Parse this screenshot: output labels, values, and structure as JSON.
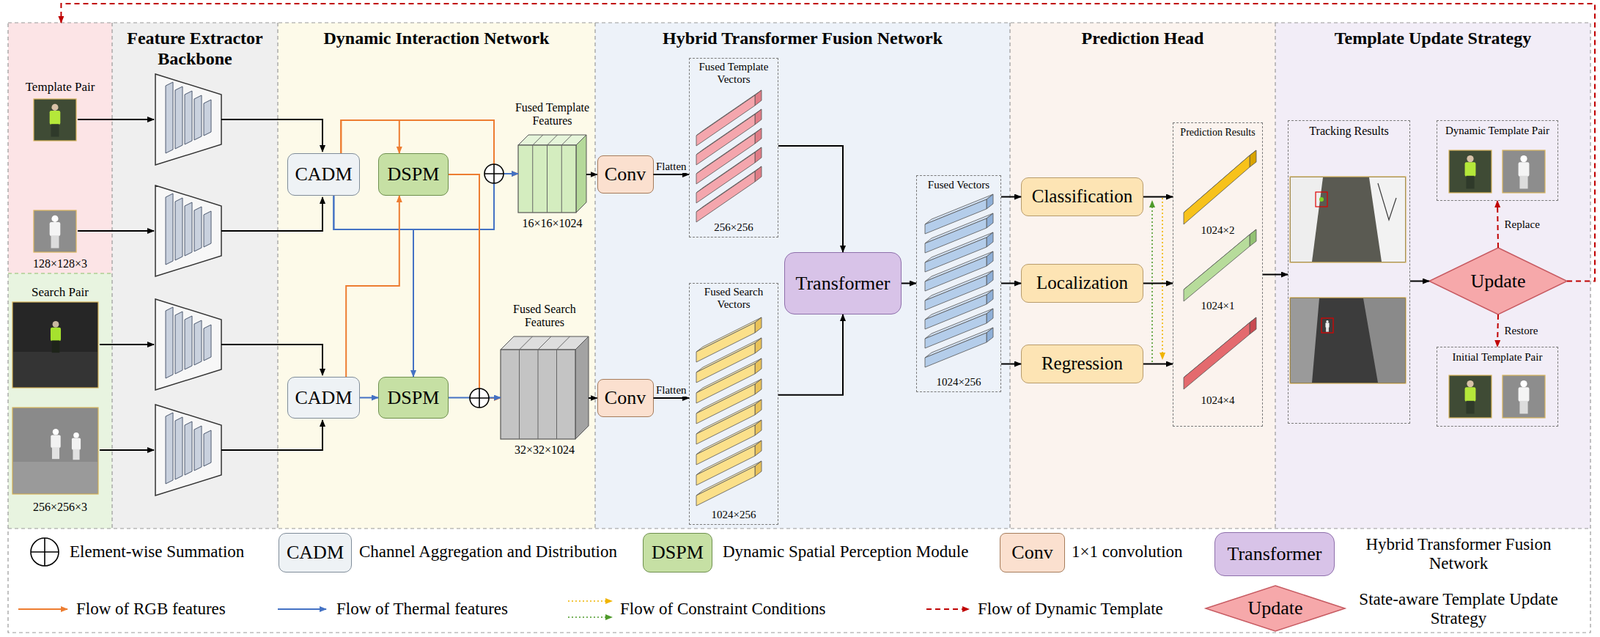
{
  "diagram": {
    "nodes": [
      {
        "text": [
          "Template Pair",
          "128×128×3"
        ]
      },
      {
        "text": [
          "Search Pair",
          "256×256×3"
        ]
      },
      {
        "text": [
          "Feature Extractor Backbone"
        ]
      },
      {
        "text": [
          "Dynamic Interaction Network"
        ]
      },
      {
        "text": [
          "CADM"
        ],
        "in": 3
      },
      {
        "text": [
          "DSPM"
        ],
        "in": 3
      },
      {
        "text": [
          "Fused Template Features",
          "16×16×1024"
        ],
        "in": 3
      },
      {
        "text": [
          "CADM"
        ],
        "in": 3
      },
      {
        "text": [
          "DSPM"
        ],
        "in": 3
      },
      {
        "text": [
          "Fused Search Features",
          "32×32×1024"
        ],
        "in": 3
      },
      {
        "text": [
          "Hybrid Transformer Fusion Network"
        ]
      },
      {
        "text": [
          "Conv"
        ],
        "in": 10
      },
      {
        "text": [
          "Fused Template Vectors",
          "256×256"
        ],
        "in": 10
      },
      {
        "text": [
          "Conv"
        ],
        "in": 10
      },
      {
        "text": [
          "Fused Search Vectors",
          "1024×256"
        ],
        "in": 10
      },
      {
        "text": [
          "Transformer"
        ],
        "in": 10
      },
      {
        "text": [
          "Fused Vectors",
          "1024×256"
        ],
        "in": 10
      },
      {
        "text": [
          "Prediction Head"
        ]
      },
      {
        "text": [
          "Classification"
        ],
        "in": 17
      },
      {
        "text": [
          "Localization"
        ],
        "in": 17
      },
      {
        "text": [
          "Regression"
        ],
        "in": 17
      },
      {
        "text": [
          "Prediction Results",
          "1024×2",
          "1024×1",
          "1024×4"
        ],
        "in": 17
      },
      {
        "text": [
          "Template Update Strategy"
        ]
      },
      {
        "text": [
          "Tracking Results"
        ],
        "in": 22
      },
      {
        "text": [
          "Dynamic Template Pair"
        ],
        "in": 22
      },
      {
        "text": [
          "Update"
        ],
        "in": 22
      },
      {
        "text": [
          "Initial Template Pair"
        ],
        "in": 22
      }
    ],
    "edges": [
      {
        "from": 4,
        "to": 5,
        "arrow": "to"
      },
      {
        "from": 4,
        "to": 6,
        "arrow": "to"
      },
      {
        "from": 4,
        "to": 6,
        "arrow": "to"
      },
      {
        "from": 4,
        "to": 8,
        "arrow": "to"
      },
      {
        "from": 7,
        "to": 5,
        "arrow": "to"
      },
      {
        "from": 7,
        "to": 8,
        "arrow": "to"
      },
      {
        "from": 5,
        "to": 9,
        "arrow": "to"
      },
      {
        "from": 8,
        "to": 9,
        "arrow": "to"
      },
      {
        "from": 6,
        "to": 11,
        "arrow": "to"
      },
      {
        "from": 9,
        "to": 13,
        "arrow": "to"
      },
      {
        "from": 11,
        "to": 12,
        "label": "Flatten",
        "arrow": "to"
      },
      {
        "from": 13,
        "to": 14,
        "label": "Flatten",
        "arrow": "to"
      },
      {
        "from": 12,
        "to": 15,
        "arrow": "to"
      },
      {
        "from": 14,
        "to": 15,
        "arrow": "to"
      },
      {
        "from": 15,
        "to": 16,
        "arrow": "to"
      },
      {
        "from": 16,
        "to": 18,
        "arrow": "to"
      },
      {
        "from": 16,
        "to": 19,
        "arrow": "to"
      },
      {
        "from": 16,
        "to": 20,
        "arrow": "to"
      },
      {
        "from": 18,
        "to": 21,
        "arrow": "to"
      },
      {
        "from": 19,
        "to": 21,
        "arrow": "to"
      },
      {
        "from": 20,
        "to": 21,
        "arrow": "to"
      },
      {
        "from": 21,
        "to": 23,
        "arrow": "to"
      },
      {
        "from": 23,
        "to": 25,
        "arrow": "to"
      },
      {
        "from": 25,
        "to": 24,
        "label": "Replace",
        "arrow": "to"
      },
      {
        "from": 25,
        "to": 26,
        "label": "Restore",
        "arrow": "to"
      },
      {
        "from": 25,
        "to": 0,
        "arrow": "to"
      }
    ],
    "labels": [
      "CADM",
      "DSPM",
      "Conv",
      "Transformer",
      "Update"
    ],
    "legend": [
      {
        "text": "Element-wise Summation"
      },
      {
        "text": "Channel Aggregation and Distribution",
        "color": "#eef2f5"
      },
      {
        "text": "Dynamic Spatial Perception Module",
        "color": "#c6e0a4"
      },
      {
        "text": "1×1 convolution",
        "color": "#fbe0cf"
      },
      {
        "text": "Hybrid Transformer Fusion Network",
        "color": "#d8c3e8"
      },
      {
        "text": "Flow of RGB features"
      },
      {
        "text": "Flow of Thermal features"
      },
      {
        "text": "Flow of Constraint Conditions"
      },
      {
        "text": "Flow of Dynamic Template"
      },
      {
        "text": "State-aware Template Update Strategy",
        "color": "#f6a8aa"
      }
    ]
  }
}
